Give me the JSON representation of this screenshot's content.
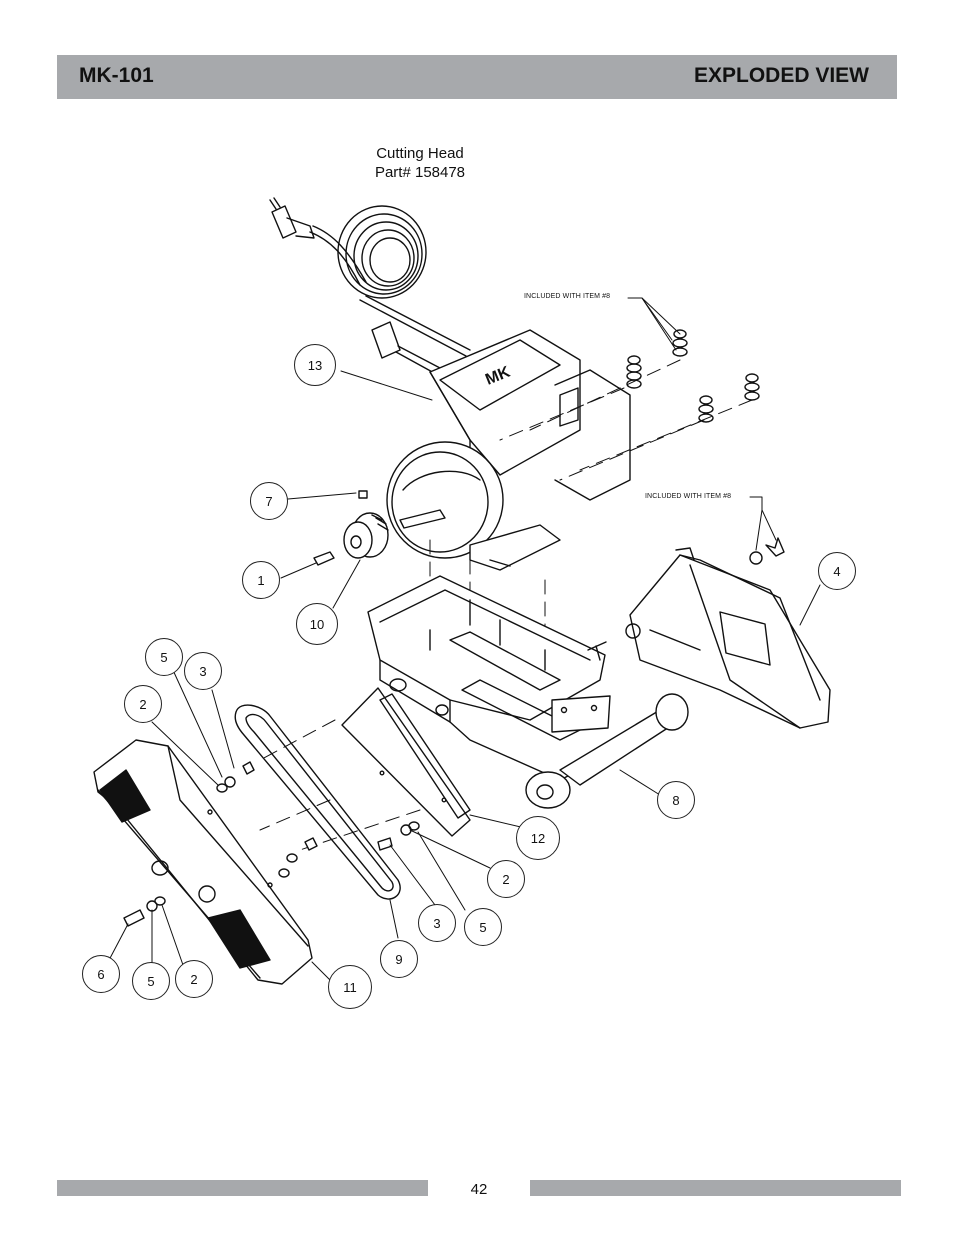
{
  "header": {
    "model": "MK-101",
    "title": "EXPLODED VIEW"
  },
  "caption": {
    "line1": "Cutting Head",
    "line2": "Part# 158478"
  },
  "notes": {
    "note_top": "INCLUDED WITH ITEM #8",
    "note_mid": "INCLUDED WITH ITEM #8"
  },
  "callouts": {
    "c13": "13",
    "c7": "7",
    "c1": "1",
    "c10": "10",
    "c4": "4",
    "c5a": "5",
    "c3a": "3",
    "c2a": "2",
    "c8": "8",
    "c12": "12",
    "c2b": "2",
    "c3b": "3",
    "c5b": "5",
    "c9": "9",
    "c11": "11",
    "c6": "6",
    "c5c": "5",
    "c2c": "2"
  },
  "footer": {
    "page": "42"
  }
}
